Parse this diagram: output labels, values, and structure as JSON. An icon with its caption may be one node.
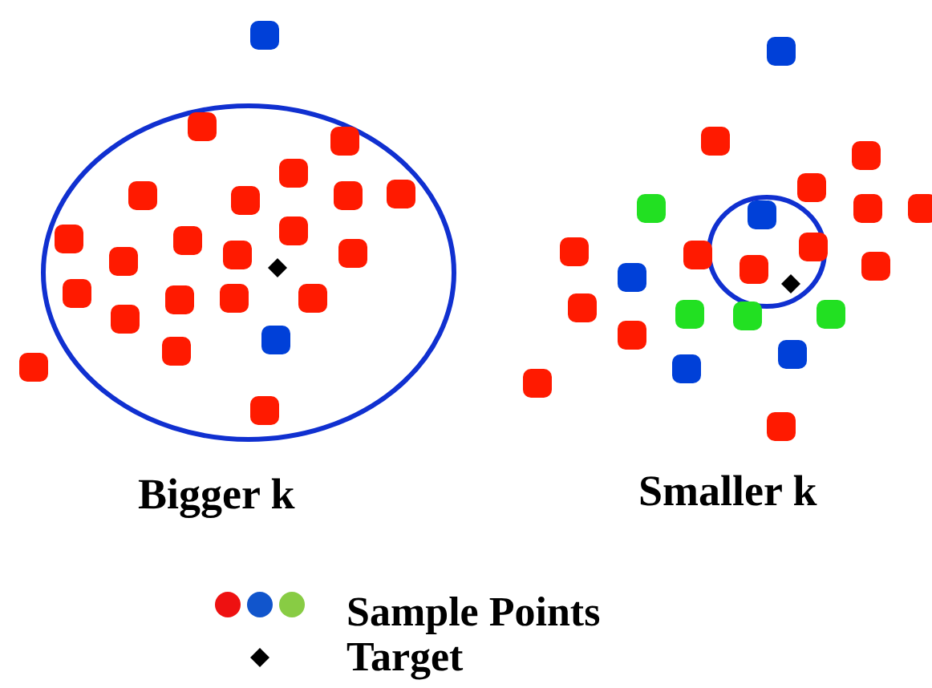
{
  "diagram": {
    "labels": [
      "Bigger k",
      "Smaller k"
    ],
    "legend": [
      {
        "text": "Sample Points"
      },
      {
        "text": "Target"
      }
    ]
  }
}
